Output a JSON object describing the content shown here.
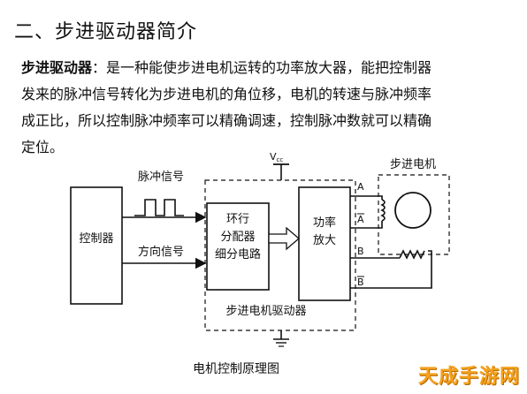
{
  "heading": "二、步进驱动器简介",
  "intro": {
    "term": "步进驱动器",
    "line1_rest": "：是一种能使步进电机运转的功率放大器，能把控制器",
    "line2": "发来的脉冲信号转化为步进电机的角位移，电机的转速与脉冲频率",
    "line3": "成正比，所以控制脉冲频率可以精确调速，控制脉冲数就可以精确",
    "line4": "定位。"
  },
  "diagram": {
    "controller": "控制器",
    "pulse_signal": "脉冲信号",
    "direction_signal": "方向信号",
    "ring_line1": "环行",
    "ring_line2": "分配器",
    "ring_line3": "细分电路",
    "amp_line1": "功率",
    "amp_line2": "放大",
    "driver_label": "步进电机驱动器",
    "vcc": "V",
    "vcc_sub": "cc",
    "motor_title": "步进电机",
    "phase_a": "A",
    "phase_a_bar": "A",
    "phase_b": "B",
    "phase_b_bar": "B"
  },
  "caption": "电机控制原理图",
  "watermark": "天成手游网"
}
